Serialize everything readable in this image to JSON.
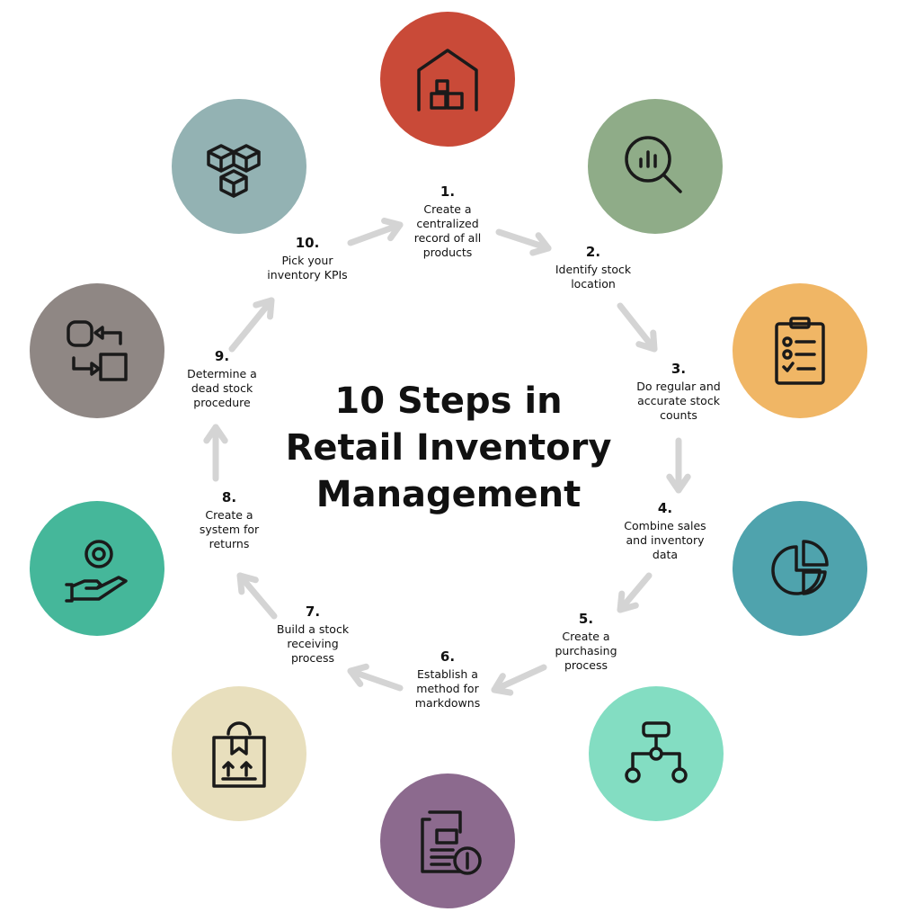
{
  "title": {
    "line1": "10 Steps in",
    "line2": "Retail Inventory",
    "line3": "Management"
  },
  "steps": [
    {
      "num": "1.",
      "text": "Create a centralized record of all products",
      "icon": "warehouse-icon",
      "color": "#c94a38"
    },
    {
      "num": "2.",
      "text": "Identify stock location",
      "icon": "magnifier-chart-icon",
      "color": "#8fac88"
    },
    {
      "num": "3.",
      "text": "Do regular and accurate stock counts",
      "icon": "clipboard-checklist-icon",
      "color": "#f0b665"
    },
    {
      "num": "4.",
      "text": "Combine sales and inventory data",
      "icon": "pie-chart-icon",
      "color": "#4fa3ad"
    },
    {
      "num": "5.",
      "text": "Create a purchasing process",
      "icon": "flowchart-icon",
      "color": "#83ddc2"
    },
    {
      "num": "6.",
      "text": "Establish a method for markdowns",
      "icon": "invoice-dollar-icon",
      "color": "#8c6a8e"
    },
    {
      "num": "7.",
      "text": "Build a stock receiving process",
      "icon": "package-gear-icon",
      "color": "#e8dfbd"
    },
    {
      "num": "8.",
      "text": "Create a system for returns",
      "icon": "hand-gear-icon",
      "color": "#45b79a"
    },
    {
      "num": "9.",
      "text": "Determine a dead stock procedure",
      "icon": "swap-shapes-icon",
      "color": "#8f8784"
    },
    {
      "num": "10.",
      "text": "Pick your inventory KPIs",
      "icon": "cubes-icon",
      "color": "#93b2b3"
    }
  ],
  "arrow_color": "#d4d4d4"
}
